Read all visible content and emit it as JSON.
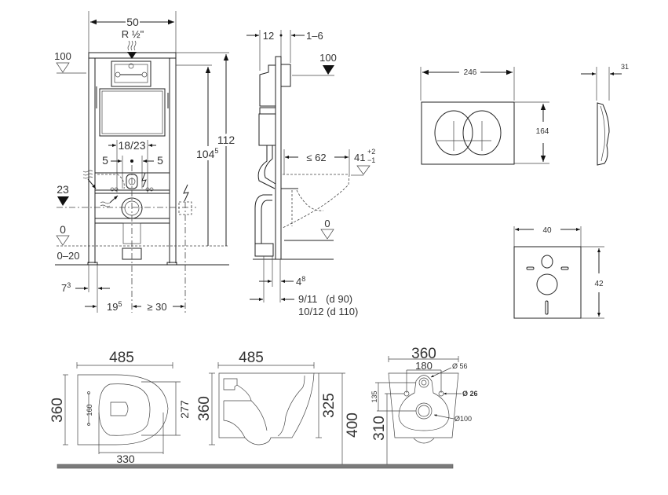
{
  "frame_front": {
    "width": "50",
    "thread": "R ½\"",
    "level_top": "100",
    "level_23": "23",
    "level_0": "0",
    "floor_range": "0–20",
    "height_112": "112",
    "height_1045_base": "104",
    "height_1045_sup": "5",
    "spacing_1823": "18/23",
    "left_5": "5",
    "right_5": "5",
    "dim_73_base": "7",
    "dim_73_sup": "3",
    "dim_195_base": "19",
    "dim_195_sup": "5",
    "dim_ge30": "≥ 30"
  },
  "frame_side": {
    "dim_12": "12",
    "dim_1_6": "1–6",
    "level_100": "100",
    "dim_le62": "≤ 62",
    "dim_41_base": "41",
    "dim_41_plus": "+2",
    "dim_41_minus": "−1",
    "level_0": "0",
    "dim_48_base": "4",
    "dim_48_sup": "8",
    "dim_9_11": "9/11   (d 90)",
    "dim_10_12": "10/12 (d 110)"
  },
  "flush_plate": {
    "width": "246",
    "height": "164",
    "depth": "31"
  },
  "sound_mat": {
    "width": "40",
    "height": "42"
  },
  "toilet_top": {
    "length": "485",
    "width": "360",
    "inner_width": "277",
    "bolt_spacing": "160",
    "inner_length": "330"
  },
  "toilet_side": {
    "length": "485",
    "height": "360",
    "bowl_height": "325",
    "floor_height": "400"
  },
  "toilet_back": {
    "width": "360",
    "bolt_spacing": "180",
    "inlet_dia": "Ø 56",
    "bolt_dia": "Ø 26",
    "outlet_dia": "Ø100",
    "vertical_135": "135",
    "floor_310": "310"
  }
}
